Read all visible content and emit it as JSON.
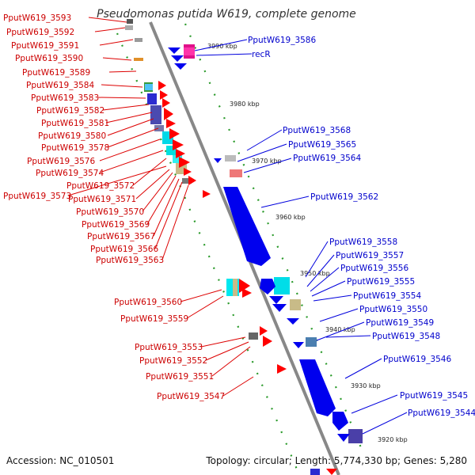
{
  "title": "Pseudomonas putida W619, complete genome",
  "footer": {
    "accession": "Accession: NC_010501",
    "topology": "Topology: circular; Length: 5,774,330 bp; Genes: 5,280"
  },
  "ticks": [
    "3990 kbp",
    "3980 kbp",
    "3970 kbp",
    "3960 kbp",
    "3950 kbp",
    "3940 kbp",
    "3930 kbp",
    "3920 kbp"
  ],
  "left_labels": [
    "PputW619_3593",
    "PputW619_3592",
    "PputW619_3591",
    "PputW619_3590",
    "PputW619_3589",
    "PputW619_3584",
    "PputW619_3583",
    "PputW619_3582",
    "PputW619_3581",
    "PputW619_3580",
    "PputW619_3578",
    "PputW619_3576",
    "PputW619_3574",
    "PputW619_3572",
    "PputW619_3573",
    "PputW619_3571",
    "PputW619_3570",
    "PputW619_3569",
    "PputW619_3567",
    "PputW619_3566",
    "PputW619_3563",
    "PputW619_3560",
    "PputW619_3559",
    "PputW619_3553",
    "PputW619_3552",
    "PputW619_3551",
    "PputW619_3547"
  ],
  "right_labels": [
    "PputW619_3586",
    "recR",
    "PputW619_3568",
    "PputW619_3565",
    "PputW619_3564",
    "PputW619_3562",
    "PputW619_3558",
    "PputW619_3557",
    "PputW619_3556",
    "PputW619_3555",
    "PputW619_3554",
    "PputW619_3550",
    "PputW619_3549",
    "PputW619_3548",
    "PputW619_3546",
    "PputW619_3545",
    "PputW619_3544"
  ],
  "colors": {
    "forward_strand": "#ff0000",
    "reverse_strand": "#0000ee",
    "backbone": "#888888",
    "tick_marks": "#2a9a2a",
    "left_label_text": "#cc0000",
    "right_label_text": "#0000cc"
  }
}
